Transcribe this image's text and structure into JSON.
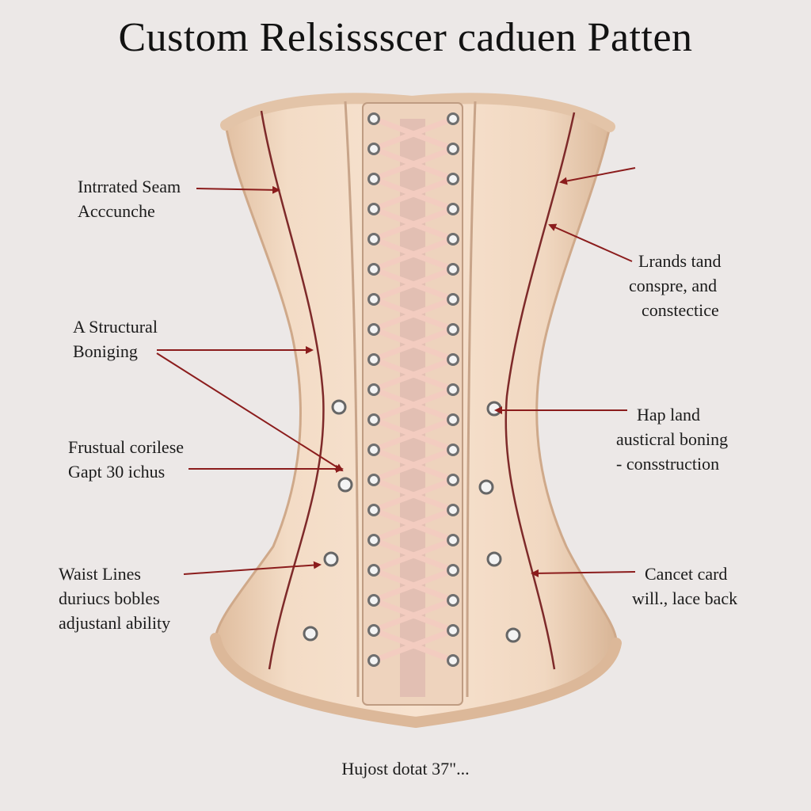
{
  "title": "Custom Relsissscer caduen Patten",
  "labels": {
    "seam": [
      "Intrrated Seam",
      "Acccunche"
    ],
    "structural": [
      "A Structural",
      "Boniging"
    ],
    "frustual": [
      "Frustual corilese",
      "Gapt 30 ichus"
    ],
    "waist": [
      "Waist Lines",
      "duriucs bobles",
      "adjustanl ability"
    ],
    "lands": [
      "Lrands tand",
      "conspre, and",
      "constectice"
    ],
    "hap": [
      "Hap land",
      "austicral boning",
      "- consstruction"
    ],
    "cancet": [
      "Cancet card",
      "will., lace back"
    ]
  },
  "footnote": "Hujost dotat 37\"...",
  "colors": {
    "background": "#ece8e7",
    "fabric": "#f0d5bd",
    "fabric_shadow": "#dcb99a",
    "piping": "#7e2a2a",
    "arrow": "#8b1c1c",
    "lace": "#f3ccc0",
    "eyelet": "#8d8d8d"
  }
}
